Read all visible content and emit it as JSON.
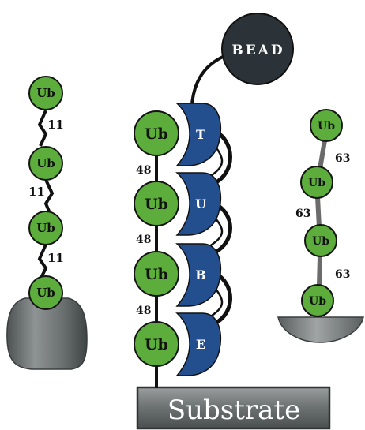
{
  "colors": {
    "ubiquitin_fill": "#5cad3c",
    "ubiquitin_stroke": "#141414",
    "tube_fill": "#244f8f",
    "bead_fill": "#2b3338",
    "substrate_fill": "#6e7373",
    "linker": "#111111",
    "k63_linker": "#6b6b6b"
  },
  "bead": {
    "label": "BEAD"
  },
  "substrate": {
    "label": "Substrate"
  },
  "ubiquitin_label": "Ub",
  "k11_chain": {
    "ub_labels": [
      "Ub",
      "Ub",
      "Ub",
      "Ub"
    ],
    "linkages": [
      "11",
      "11",
      "11"
    ]
  },
  "k48_chain": {
    "ub_labels": [
      "Ub",
      "Ub",
      "Ub",
      "Ub"
    ],
    "linkages": [
      "48",
      "48",
      "48"
    ]
  },
  "k63_chain": {
    "ub_labels": [
      "Ub",
      "Ub",
      "Ub",
      "Ub"
    ],
    "linkages": [
      "63",
      "63",
      "63"
    ]
  },
  "tube_domains": [
    {
      "letter": "T"
    },
    {
      "letter": "U"
    },
    {
      "letter": "B"
    },
    {
      "letter": "E"
    }
  ]
}
